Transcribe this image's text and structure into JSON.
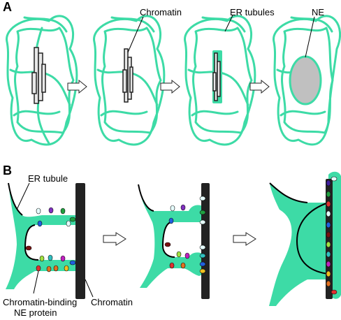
{
  "panels": [
    {
      "label": "A"
    },
    {
      "label": "B"
    }
  ],
  "labels_a": {
    "chromatin": "Chromatin",
    "er_tubules": "ER tubules",
    "ne": "NE"
  },
  "labels_b": {
    "er_tubule": "ER tubule",
    "chromatin": "Chromatin",
    "protein_line1": "Chromatin-binding",
    "protein_line2": "NE protein"
  },
  "colors": {
    "er": "#3ddba6",
    "chromatin": "#222222",
    "ne_fill": "#c0c0c0",
    "protein_colors": [
      "#7a1010",
      "#e03030",
      "#e07020",
      "#f0c020",
      "#a0e040",
      "#20a040",
      "#30c0c0",
      "#e6ffff",
      "#2060e0",
      "#4020a0",
      "#8030c0",
      "#c020c0"
    ]
  },
  "icons": {
    "step_arrow": "right-arrow-icon"
  }
}
